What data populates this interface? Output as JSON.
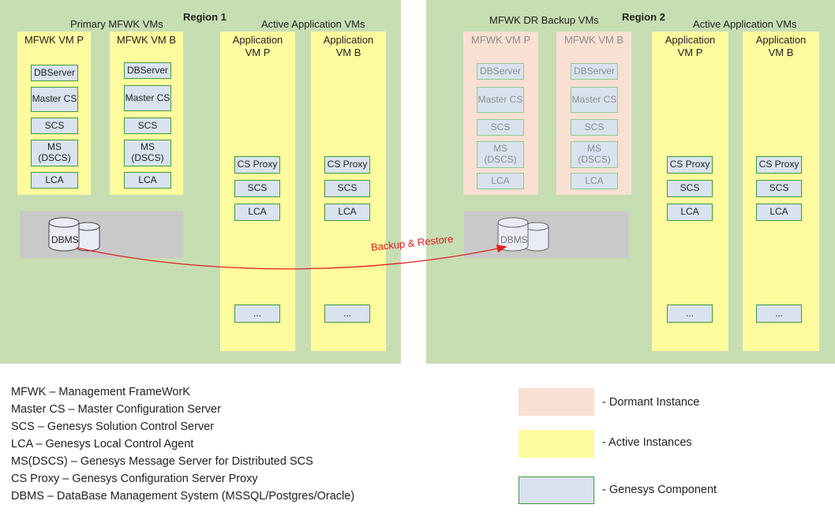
{
  "region1": {
    "label": "Region 1",
    "mfwk_group_label": "Primary MFWK VMs",
    "app_group_label": "Active Application VMs",
    "vm_p": {
      "title": "MFWK VM P",
      "components": [
        "DBServer",
        "Master CS",
        "SCS",
        "MS\n(DSCS)",
        "LCA"
      ]
    },
    "vm_b": {
      "title": "MFWK VM B",
      "components": [
        "DBServer",
        "Master CS",
        "SCS",
        "MS\n(DSCS)",
        "LCA"
      ]
    },
    "app_p": {
      "title": "Application\nVM P",
      "components": [
        "CS Proxy",
        "SCS",
        "LCA",
        "..."
      ]
    },
    "app_b": {
      "title": "Application\nVM B",
      "components": [
        "CS Proxy",
        "SCS",
        "LCA",
        "..."
      ]
    },
    "dbms_label": "DBMS"
  },
  "region2": {
    "label": "Region 2",
    "mfwk_group_label": "MFWK DR Backup VMs",
    "app_group_label": "Active Application VMs",
    "vm_p": {
      "title": "MFWK VM P",
      "components": [
        "DBServer",
        "Master CS",
        "SCS",
        "MS\n(DSCS)",
        "LCA"
      ]
    },
    "vm_b": {
      "title": "MFWK VM B",
      "components": [
        "DBServer",
        "Master CS",
        "SCS",
        "MS\n(DSCS)",
        "LCA"
      ]
    },
    "app_p": {
      "title": "Application\nVM P",
      "components": [
        "CS Proxy",
        "SCS",
        "LCA",
        "..."
      ]
    },
    "app_b": {
      "title": "Application\nVM B",
      "components": [
        "CS Proxy",
        "SCS",
        "LCA",
        "..."
      ]
    },
    "dbms_label": "DBMS"
  },
  "arrow_label": "Backup & Restore",
  "abbreviations": [
    "MFWK – Management FrameWorK",
    "Master CS – Master Configuration Server",
    "SCS – Genesys Solution Control Server",
    "LCA – Genesys Local Control Agent",
    "MS(DSCS) – Genesys Message Server for Distributed SCS",
    "CS Proxy – Genesys Configuration Server Proxy",
    "DBMS – DataBase Management System (MSSQL/Postgres/Oracle)"
  ],
  "legend": [
    {
      "label": "- Dormant Instance",
      "color": "#f9e0d2"
    },
    {
      "label": "- Active Instances",
      "color": "#fffb9e"
    },
    {
      "label": "- Genesys Component",
      "color": "#d9e3ef"
    }
  ],
  "colors": {
    "region_bg": "#c7deb3",
    "active_vm": "#fffb9e",
    "dormant_vm": "#f9e0d2",
    "component_fill": "#d9e3ef",
    "component_border": "#3e9a3e",
    "db_area": "#c9c9c9",
    "arrow": "#e02020"
  }
}
